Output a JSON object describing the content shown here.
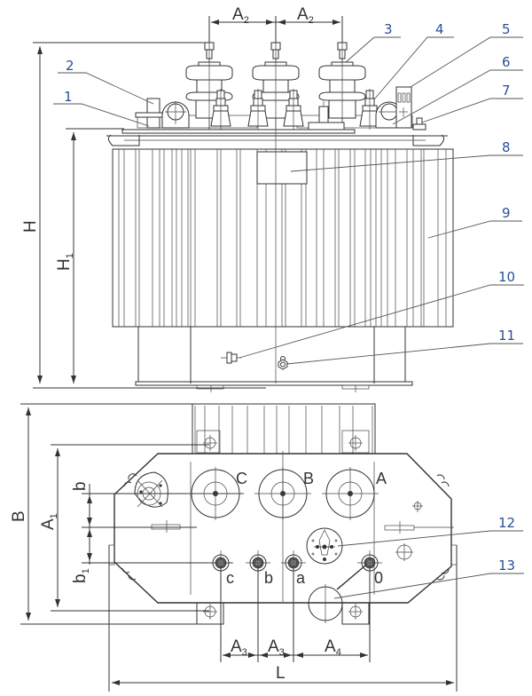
{
  "title": "Three-phase oil transformer – general arrangement",
  "colors": {
    "line": "#333333",
    "callout": "#2a4f95",
    "background": "#ffffff"
  },
  "front_view": {
    "dimensions": {
      "H": {
        "main": "H",
        "sub": ""
      },
      "H1": {
        "main": "H",
        "sub": "1"
      },
      "A2_left": {
        "main": "A",
        "sub": "2"
      },
      "A2_right": {
        "main": "A",
        "sub": "2"
      }
    },
    "callouts": [
      "1",
      "2",
      "3",
      "4",
      "5",
      "6",
      "7",
      "8",
      "9",
      "10",
      "11"
    ]
  },
  "top_view": {
    "dimensions": {
      "B": {
        "main": "B",
        "sub": ""
      },
      "A1": {
        "main": "A",
        "sub": "1"
      },
      "b": {
        "main": "b",
        "sub": ""
      },
      "b1": {
        "main": "b",
        "sub": "1"
      },
      "A3_left": {
        "main": "A",
        "sub": "3"
      },
      "A3_right": {
        "main": "A",
        "sub": "3"
      },
      "A4": {
        "main": "A",
        "sub": "4"
      },
      "L": {
        "main": "L",
        "sub": ""
      }
    },
    "hv_phases": [
      "C",
      "B",
      "A"
    ],
    "lv_phases": [
      "c",
      "b",
      "a",
      "0"
    ],
    "callouts": [
      "12",
      "13"
    ]
  }
}
